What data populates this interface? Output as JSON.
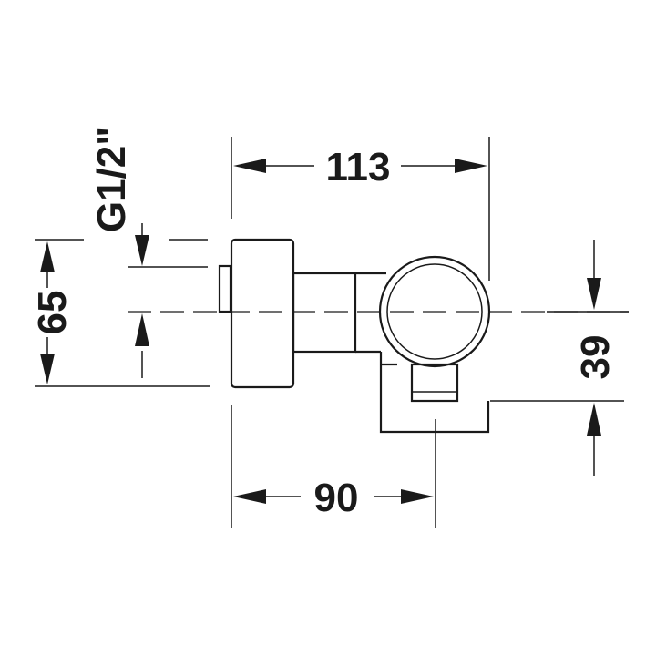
{
  "diagram": {
    "dimensions": {
      "overall_width": "113",
      "base_width": "90",
      "left_height": "65",
      "right_height": "39",
      "thread": "G1/2\""
    },
    "colors": {
      "line": "#1a1a1a",
      "background": "#ffffff"
    }
  }
}
